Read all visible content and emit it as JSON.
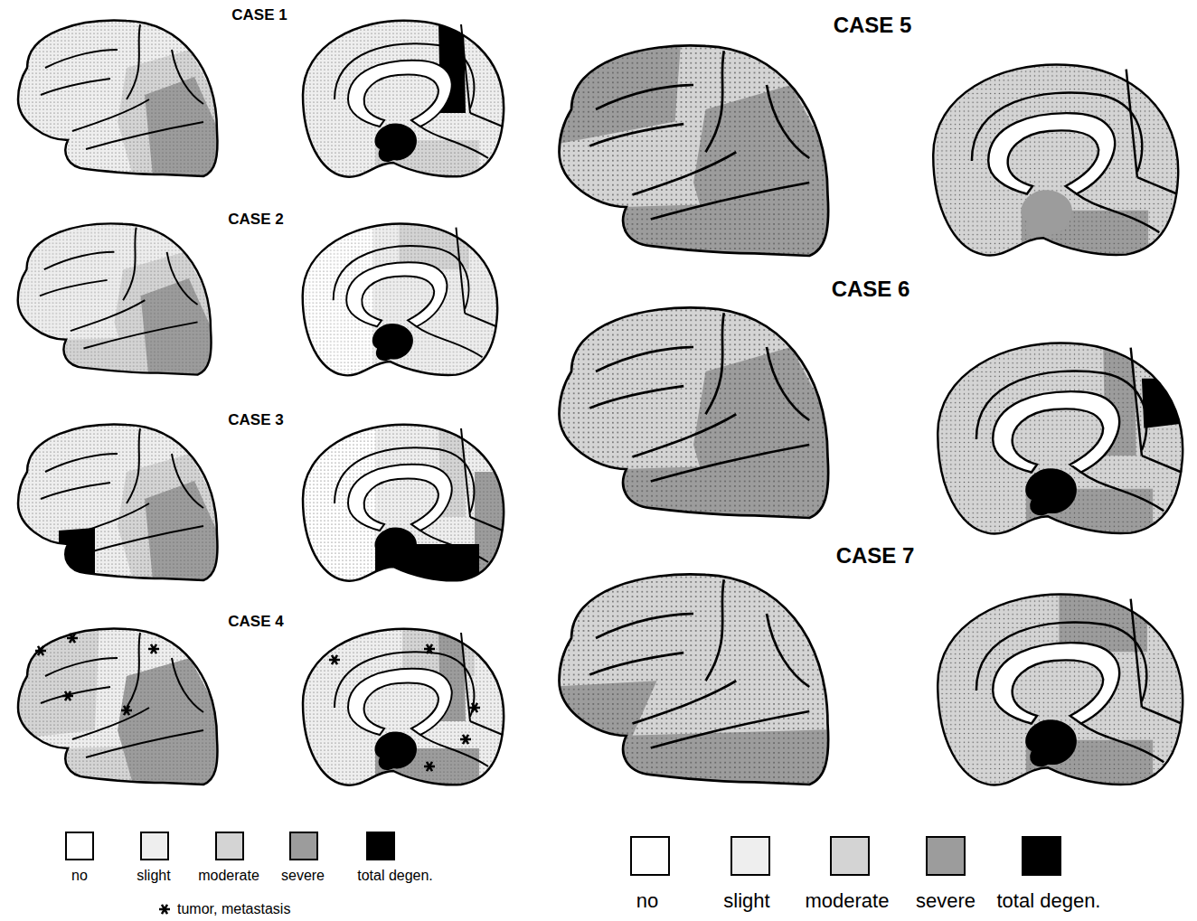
{
  "diagram": {
    "labels": [
      "CASE 1",
      "CASE 2",
      "CASE 3",
      "CASE 4",
      "CASE 5",
      "CASE 6",
      "CASE 7"
    ],
    "legend": [
      {
        "text": "no",
        "color": "#ffffff"
      },
      {
        "text": "slight",
        "color": "#eeeeee"
      },
      {
        "text": "moderate",
        "color": "#d4d4d4"
      },
      {
        "text": "severe",
        "color": "#9c9c9c"
      },
      {
        "text": "total degen.",
        "color": "#000000"
      },
      {
        "text": "tumor, metastasis"
      },
      {
        "text": "no",
        "color": "#ffffff"
      },
      {
        "text": "slight",
        "color": "#eeeeee"
      },
      {
        "text": "moderate",
        "color": "#d4d4d4"
      },
      {
        "text": "severe",
        "color": "#9c9c9c"
      },
      {
        "text": "total degen.",
        "color": "#000000"
      }
    ]
  }
}
